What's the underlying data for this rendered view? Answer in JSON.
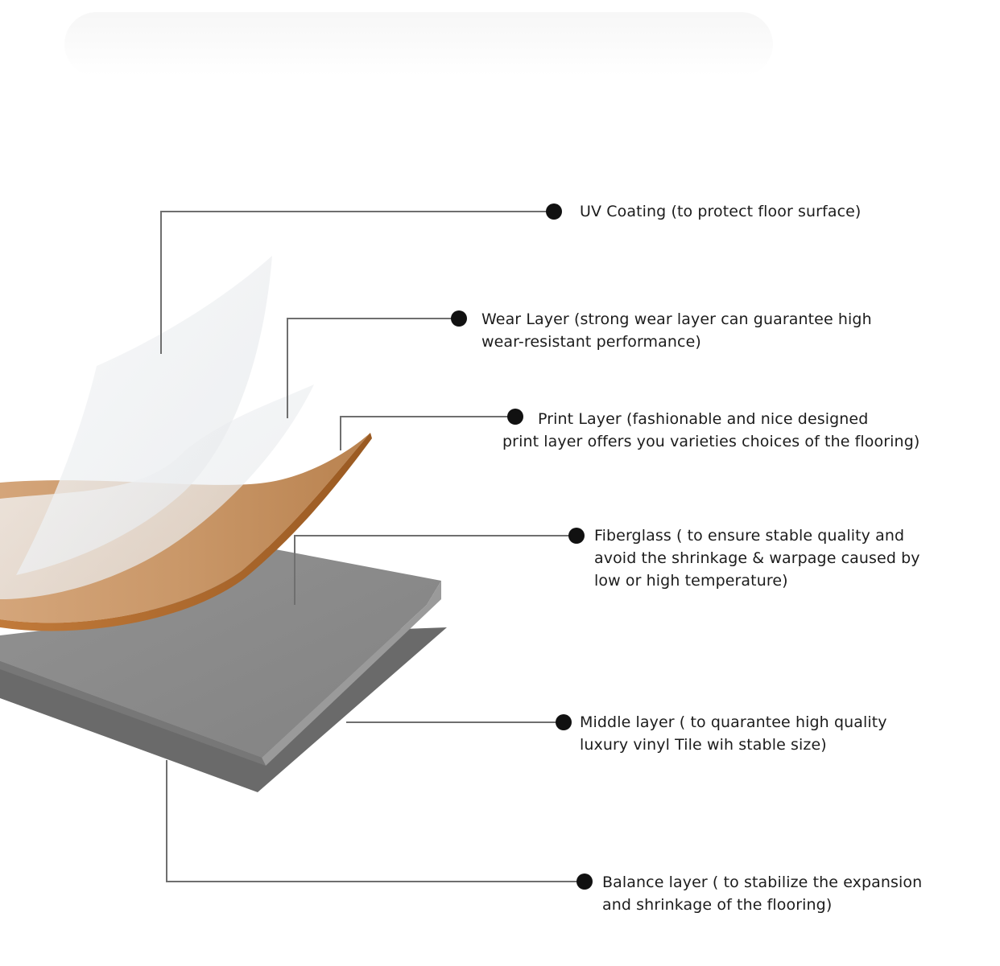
{
  "layers": [
    {
      "id": "uv-coating",
      "lines": [
        "UV Coating (to protect floor surface)"
      ]
    },
    {
      "id": "wear-layer",
      "lines": [
        "Wear Layer (strong wear layer can guarantee high",
        "wear-resistant performance)"
      ]
    },
    {
      "id": "print-layer",
      "lines": [
        "Print Layer (fashionable and nice designed",
        "print layer offers you varieties choices of the flooring)"
      ]
    },
    {
      "id": "fiberglass",
      "lines": [
        "Fiberglass ( to ensure stable quality and",
        "avoid the shrinkage & warpage caused by",
        "low or high temperature)"
      ]
    },
    {
      "id": "middle-layer",
      "lines": [
        "Middle layer ( to quarantee high quality",
        "luxury vinyl Tile wih stable size)"
      ]
    },
    {
      "id": "balance-layer",
      "lines": [
        "Balance layer ( to stabilize the expansion",
        "and shrinkage of the flooring)"
      ]
    }
  ],
  "colors": {
    "leader_line": "#6f6f6f",
    "bullet": "#111111",
    "text": "#1c1c1c",
    "wood": "#c89464",
    "wood_edge": "#a9652a",
    "core_top": "#8a8a8a",
    "core_edge": "#7a7a7a",
    "balance": "#6a6a6a"
  }
}
